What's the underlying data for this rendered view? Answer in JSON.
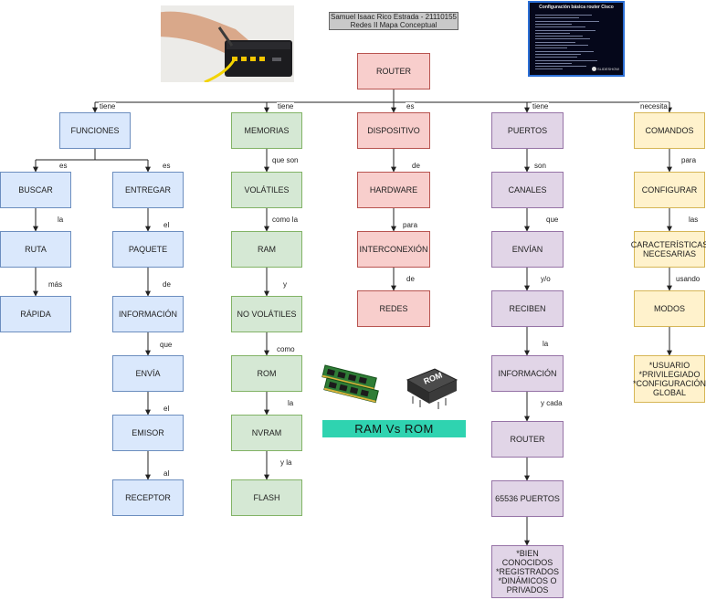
{
  "header": {
    "author_line": "Samuel Isaac Rico Estrada - 21110155",
    "subject_line": "Redes II Mapa Conceptual"
  },
  "terminal": {
    "title": "Configuración básica router Cisco",
    "logo_text": "SLIDESHOW"
  },
  "banner": {
    "text": "RAM Vs ROM"
  },
  "ram_rom_graphic": {
    "chip_text": "ROM"
  },
  "root": "ROUTER",
  "branches": {
    "funciones": {
      "edge": "tiene",
      "label": "FUNCIONES",
      "left": {
        "edge": "es",
        "items": [
          {
            "label": "BUSCAR"
          },
          {
            "edge": "la",
            "label": "RUTA"
          },
          {
            "edge": "más",
            "label": "RÁPIDA"
          }
        ]
      },
      "right": {
        "edge": "es",
        "items": [
          {
            "label": "ENTREGAR"
          },
          {
            "edge": "el",
            "label": "PAQUETE"
          },
          {
            "edge": "de",
            "label": "INFORMACIÓN"
          },
          {
            "edge": "que",
            "label": "ENVÍA"
          },
          {
            "edge": "el",
            "label": "EMISOR"
          },
          {
            "edge": "al",
            "label": "RECEPTOR"
          }
        ]
      }
    },
    "memorias": {
      "edge": "tiene",
      "label": "MEMORIAS",
      "items": [
        {
          "edge": "que son",
          "label": "VOLÁTILES"
        },
        {
          "edge": "como la",
          "label": "RAM"
        },
        {
          "edge": "y",
          "label": "NO VOLÁTILES"
        },
        {
          "edge": "como",
          "label": "ROM"
        },
        {
          "edge": "la",
          "label": "NVRAM"
        },
        {
          "edge": "y la",
          "label": "FLASH"
        }
      ]
    },
    "dispositivo": {
      "edge": "es",
      "label": "DISPOSITIVO",
      "items": [
        {
          "edge": "de",
          "label": "HARDWARE"
        },
        {
          "edge": "para",
          "label": "INTERCONEXIÓN"
        },
        {
          "edge": "de",
          "label": "REDES"
        }
      ]
    },
    "puertos": {
      "edge": "tiene",
      "label": "PUERTOS",
      "items": [
        {
          "edge": "son",
          "label": "CANALES"
        },
        {
          "edge": "que",
          "label": "ENVÍAN"
        },
        {
          "edge": "y/o",
          "label": "RECIBEN"
        },
        {
          "edge": "la",
          "label": "INFORMACIÓN"
        },
        {
          "edge": "y cada",
          "label": "ROUTER"
        },
        {
          "edge": "",
          "label": "65536 PUERTOS"
        },
        {
          "edge": "",
          "lines": [
            "*BIEN CONOCIDOS",
            "*REGISTRADOS",
            "*DINÁMICOS O",
            "PRIVADOS"
          ]
        }
      ]
    },
    "comandos": {
      "edge": "necesita",
      "label": "COMANDOS",
      "items": [
        {
          "edge": "para",
          "label": "CONFIGURAR"
        },
        {
          "edge": "las",
          "lines": [
            "CARACTERÍSTICAS",
            "NECESARIAS"
          ]
        },
        {
          "edge": "usando",
          "label": "MODOS"
        },
        {
          "edge": "",
          "lines": [
            "*USUARIO",
            "*PRIVILEGIADO",
            "*CONFIGURACIÓN",
            "GLOBAL"
          ]
        }
      ]
    }
  },
  "colors": {
    "blue_fill": "#dae8fc",
    "green_fill": "#d5e8d4",
    "red_fill": "#f8cecc",
    "purple_fill": "#e1d5e7",
    "yellow_fill": "#fff2cc",
    "banner": "#2fd3b0"
  }
}
